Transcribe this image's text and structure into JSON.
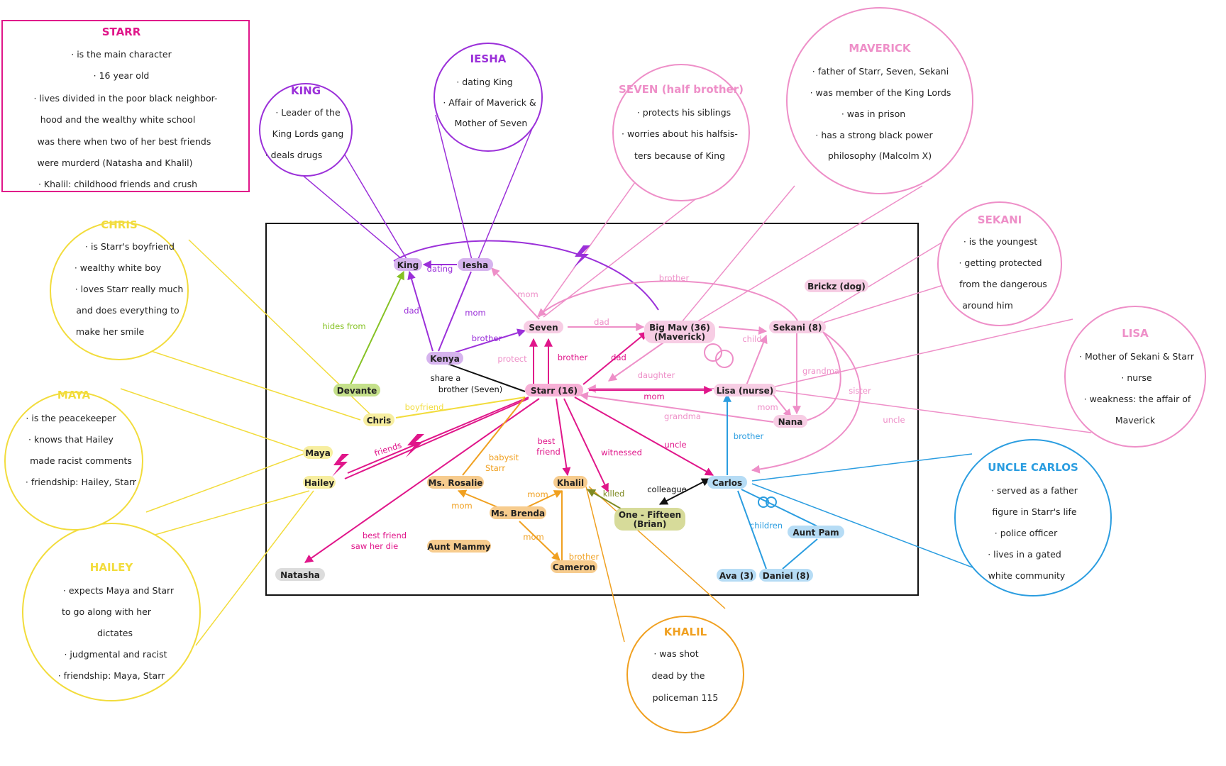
{
  "colors": {
    "purple": "#9b30d9",
    "magenta": "#e0168a",
    "pink": "#ee8fc8",
    "yellow": "#f2dc3c",
    "green": "#86c224",
    "orange": "#f0a020",
    "blue": "#2b9de0",
    "olive": "#7f8a22",
    "black": "#111111"
  },
  "cards": {
    "starr": {
      "title": "STARR",
      "lines": [
        "· is the main character",
        "· 16 year old",
        "· lives divided in the poor black neighbor-",
        "hood and the wealthy white school",
        "was there when two of her best friends",
        "were murderd (Natasha and Khalil)",
        "· Khalil: childhood friends and crush"
      ]
    },
    "king": {
      "title": "KING",
      "lines": [
        "· Leader of the",
        "King Lords gang",
        "· deals drugs"
      ]
    },
    "iesha": {
      "title": "IESHA",
      "lines": [
        "· dating King",
        "· Affair of Maverick &",
        "Mother of Seven"
      ]
    },
    "seven": {
      "title": "SEVEN (half brother)",
      "lines": [
        "· protects his siblings",
        "· worries about his halfsis-",
        "ters because of King"
      ]
    },
    "maverick": {
      "title": "MAVERICK",
      "lines": [
        "· father of Starr, Seven, Sekani",
        "· was member of the King Lords",
        "· was in prison",
        "· has a strong black power",
        "philosophy (Malcolm X)"
      ]
    },
    "sekani": {
      "title": "SEKANI",
      "lines": [
        "· is the youngest",
        "· getting protected",
        "from the dangerous",
        "around him"
      ]
    },
    "lisa": {
      "title": "LISA",
      "lines": [
        "· Mother of Sekani & Starr",
        "· nurse",
        "· weakness: the affair of",
        "Maverick"
      ]
    },
    "carlos": {
      "title": "UNCLE CARLOS",
      "lines": [
        "· served as a father",
        "figure in Starr's life",
        "· police officer",
        "· lives in a gated",
        "white community"
      ]
    },
    "khalil": {
      "title": "KHALIL",
      "lines": [
        "· was shot",
        "dead by the",
        "policeman 115"
      ]
    },
    "hailey": {
      "title": "HAILEY",
      "lines": [
        "· expects Maya and Starr",
        "to go along with her",
        "dictates",
        "· judgmental and racist",
        "· friendship: Maya, Starr"
      ]
    },
    "maya": {
      "title": "MAYA",
      "lines": [
        "· is the peacekeeper",
        "· knows that Hailey",
        "made racist comments",
        "· friendship: Hailey, Starr"
      ]
    },
    "chris": {
      "title": "CHRIS",
      "lines": [
        "· is Starr's boyfriend",
        "· wealthy white boy",
        "· loves Starr really much",
        "and does everything to",
        "make her smile"
      ]
    }
  },
  "nodes": {
    "king": "King",
    "iesha": "Iesha",
    "seven": "Seven",
    "bigmav": "Big Mav (36)",
    "bigmav2": "(Maverick)",
    "sekani": "Sekani (8)",
    "brickz": "Brickz (dog)",
    "kenya": "Kenya",
    "starr": "Starr (16)",
    "lisa": "Lisa (nurse)",
    "nana": "Nana",
    "devante": "Devante",
    "chris": "Chris",
    "maya": "Maya",
    "hailey": "Hailey",
    "rosalie": "Ms. Rosalie",
    "brenda": "Ms. Brenda",
    "mammy": "Aunt Mammy",
    "khalil": "Khalil",
    "cameron": "Cameron",
    "one15": "One - Fifteen",
    "one15b": "(Brian)",
    "carlos": "Carlos",
    "pam": "Aunt Pam",
    "ava": "Ava (3)",
    "daniel": "Daniel (8)",
    "natasha": "Natasha"
  },
  "edges": {
    "dating": "dating",
    "dad_king": "dad",
    "mom_iesha_kenya": "mom",
    "mom_iesha_seven": "mom",
    "brother_kenya": "brother",
    "dad_seven_mav": "dad",
    "brother_arc": "brother",
    "child": "child",
    "protect": "protect",
    "brother_starr": "brother",
    "dad_starr": "dad",
    "daughter": "daughter",
    "mom_lisa": "mom",
    "grandma_sekani": "grandma",
    "mom_nana": "mom",
    "grandma_starr": "grandma",
    "sister": "sister",
    "brother_carlos": "brother",
    "uncle_sekani": "uncle",
    "uncle_starr": "uncle",
    "hides_from": "hides from",
    "share_a": "share a",
    "share_b": "brother (Seven)",
    "boyfriend": "boyfriend",
    "friends": "friends",
    "babysit_a": "babysit",
    "babysit_b": "Starr",
    "best_a": "best",
    "best_b": "friend",
    "witnessed": "witnessed",
    "killed": "killed",
    "colleague": "colleague",
    "mom_brenda_rosalie": "mom",
    "mom_brenda_khalil": "mom",
    "mom_brenda_cameron": "mom",
    "brother_khalil": "brother",
    "children": "children",
    "bf_a": "best friend",
    "bf_b": "saw her die"
  }
}
